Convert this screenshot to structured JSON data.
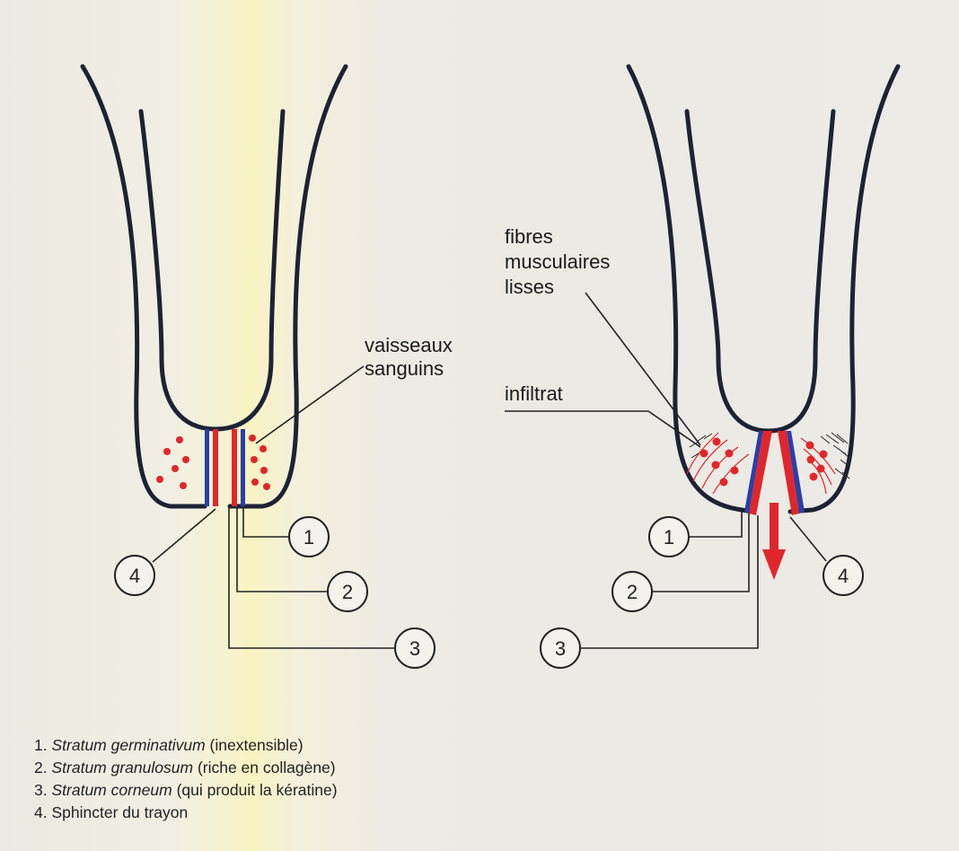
{
  "labels": {
    "vaisseaux": [
      "vaisseaux",
      "sanguins"
    ],
    "fibres": [
      "fibres",
      "musculaires",
      "lisses"
    ],
    "infiltrat": "infiltrat"
  },
  "callouts": {
    "left": [
      "1",
      "2",
      "3",
      "4"
    ],
    "right": [
      "1",
      "2",
      "3",
      "4"
    ]
  },
  "legend": [
    {
      "num": "1.",
      "term": "Stratum germinativum",
      "desc": "(inextensible)"
    },
    {
      "num": "2.",
      "term": "Stratum granulosum",
      "desc": "(riche en collagène)"
    },
    {
      "num": "3.",
      "term": "Stratum corneum",
      "desc": "(qui produit la kératine)"
    },
    {
      "num": "4.",
      "term": "Sphincter du trayon",
      "desc": ""
    }
  ],
  "colors": {
    "outline": "#1d2235",
    "red": "#e1262b",
    "blue": "#2a3fa8",
    "highlight": "#f9f3c2"
  }
}
